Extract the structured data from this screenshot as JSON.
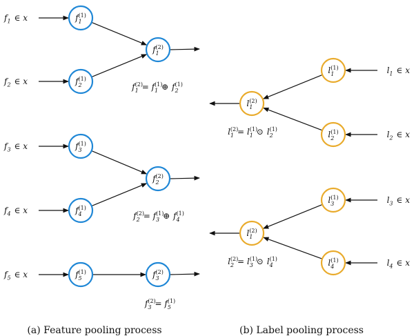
{
  "colors": {
    "feature_node": "#1f87d6",
    "label_node": "#e9ab2c",
    "edge": "#111111",
    "text": "#111111"
  },
  "feature_panel": {
    "caption": "(a) Feature pooling process",
    "inputs": [
      {
        "var": "f",
        "sub": "1",
        "rel": "∈",
        "set": "x"
      },
      {
        "var": "f",
        "sub": "2",
        "rel": "∈",
        "set": "x"
      },
      {
        "var": "f",
        "sub": "3",
        "rel": "∈",
        "set": "x"
      },
      {
        "var": "f",
        "sub": "4",
        "rel": "∈",
        "set": "x"
      },
      {
        "var": "f",
        "sub": "5",
        "rel": "∈",
        "set": "x"
      }
    ],
    "level1_nodes": [
      {
        "var": "f",
        "sup": "(1)",
        "sub": "1"
      },
      {
        "var": "f",
        "sup": "(1)",
        "sub": "2"
      },
      {
        "var": "f",
        "sup": "(1)",
        "sub": "3"
      },
      {
        "var": "f",
        "sup": "(1)",
        "sub": "4"
      },
      {
        "var": "f",
        "sup": "(1)",
        "sub": "5"
      }
    ],
    "level2_nodes": [
      {
        "var": "f",
        "sup": "(2)",
        "sub": "1"
      },
      {
        "var": "f",
        "sup": "(2)",
        "sub": "2"
      },
      {
        "var": "f",
        "sup": "(2)",
        "sub": "3"
      }
    ],
    "equations": [
      {
        "lhs": {
          "var": "f",
          "sup": "(2)",
          "sub": "1"
        },
        "op": "=",
        "terms": [
          {
            "var": "f",
            "sup": "(1)",
            "sub": "1"
          },
          {
            "var": "f",
            "sup": "(1)",
            "sub": "2"
          }
        ],
        "combine": "⊕"
      },
      {
        "lhs": {
          "var": "f",
          "sup": "(2)",
          "sub": "2"
        },
        "op": "=",
        "terms": [
          {
            "var": "f",
            "sup": "(1)",
            "sub": "3"
          },
          {
            "var": "f",
            "sup": "(1)",
            "sub": "4"
          }
        ],
        "combine": "⊕"
      },
      {
        "lhs": {
          "var": "f",
          "sup": "(2)",
          "sub": "3"
        },
        "op": "=",
        "terms": [
          {
            "var": "f",
            "sup": "(1)",
            "sub": "5"
          }
        ],
        "combine": ""
      }
    ]
  },
  "label_panel": {
    "caption": "(b) Label pooling process",
    "inputs": [
      {
        "var": "l",
        "sub": "1",
        "rel": "∈",
        "set": "x"
      },
      {
        "var": "l",
        "sub": "2",
        "rel": "∈",
        "set": "x"
      },
      {
        "var": "l",
        "sub": "3",
        "rel": "∈",
        "set": "x"
      },
      {
        "var": "l",
        "sub": "4",
        "rel": "∈",
        "set": "x"
      }
    ],
    "level1_nodes": [
      {
        "var": "l",
        "sup": "(1)",
        "sub": "1"
      },
      {
        "var": "l",
        "sup": "(1)",
        "sub": "2"
      },
      {
        "var": "l",
        "sup": "(1)",
        "sub": "3"
      },
      {
        "var": "l",
        "sup": "(1)",
        "sub": "4"
      }
    ],
    "level2_nodes": [
      {
        "var": "l",
        "sup": "(2)",
        "sub": "1"
      },
      {
        "var": "l",
        "sup": "(2)",
        "sub": "1"
      }
    ],
    "equations": [
      {
        "lhs": {
          "var": "l",
          "sup": "(2)",
          "sub": "1"
        },
        "op": "=",
        "terms": [
          {
            "var": "l",
            "sup": "(1)",
            "sub": "1"
          },
          {
            "var": "l",
            "sup": "(1)",
            "sub": "2"
          }
        ],
        "combine": "⊙"
      },
      {
        "lhs": {
          "var": "l",
          "sup": "(2)",
          "sub": "2"
        },
        "op": "=",
        "terms": [
          {
            "var": "l",
            "sup": "(1)",
            "sub": "3"
          },
          {
            "var": "l",
            "sup": "(1)",
            "sub": "4"
          }
        ],
        "combine": "⊙"
      }
    ]
  }
}
